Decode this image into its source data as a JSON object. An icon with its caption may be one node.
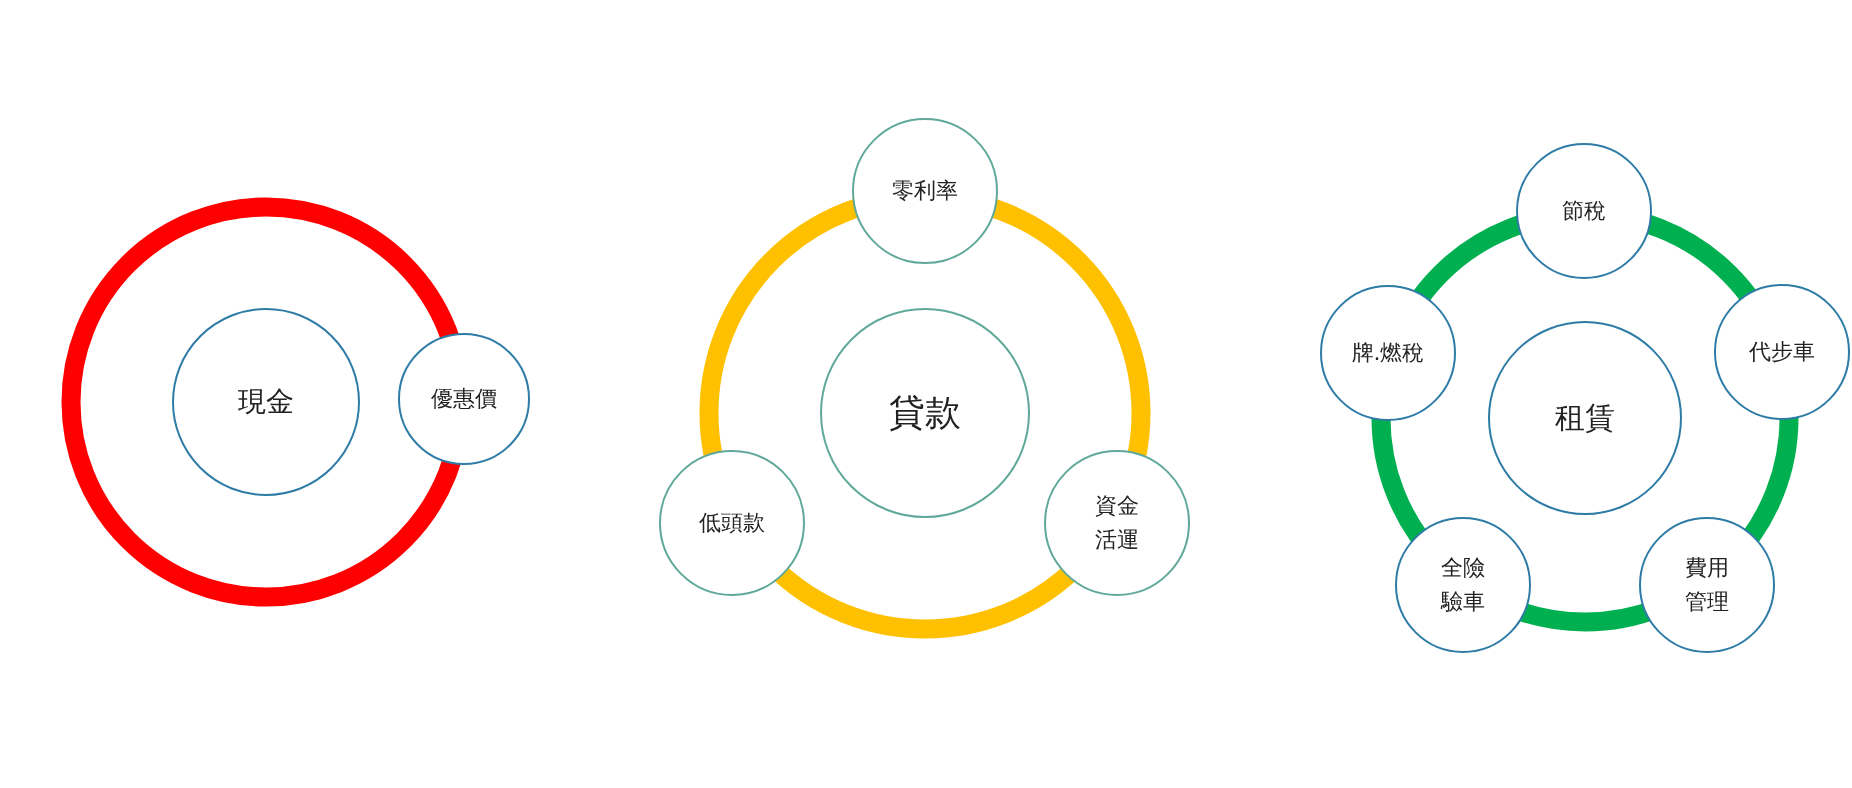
{
  "diagram": {
    "nodes": [
      {
        "text": [
          "現金"
        ]
      },
      {
        "text": [
          "優惠價"
        ]
      },
      {
        "text": [
          "零利率"
        ]
      },
      {
        "text": [
          "貸款"
        ]
      },
      {
        "text": [
          "低頭款"
        ]
      },
      {
        "text": [
          "資金活運"
        ]
      },
      {
        "text": [
          "節稅"
        ]
      },
      {
        "text": [
          "牌.燃稅"
        ]
      },
      {
        "text": [
          "租賃"
        ]
      },
      {
        "text": [
          "代步車"
        ]
      },
      {
        "text": [
          "全險驗車"
        ]
      },
      {
        "text": [
          "費用管理"
        ]
      }
    ]
  }
}
